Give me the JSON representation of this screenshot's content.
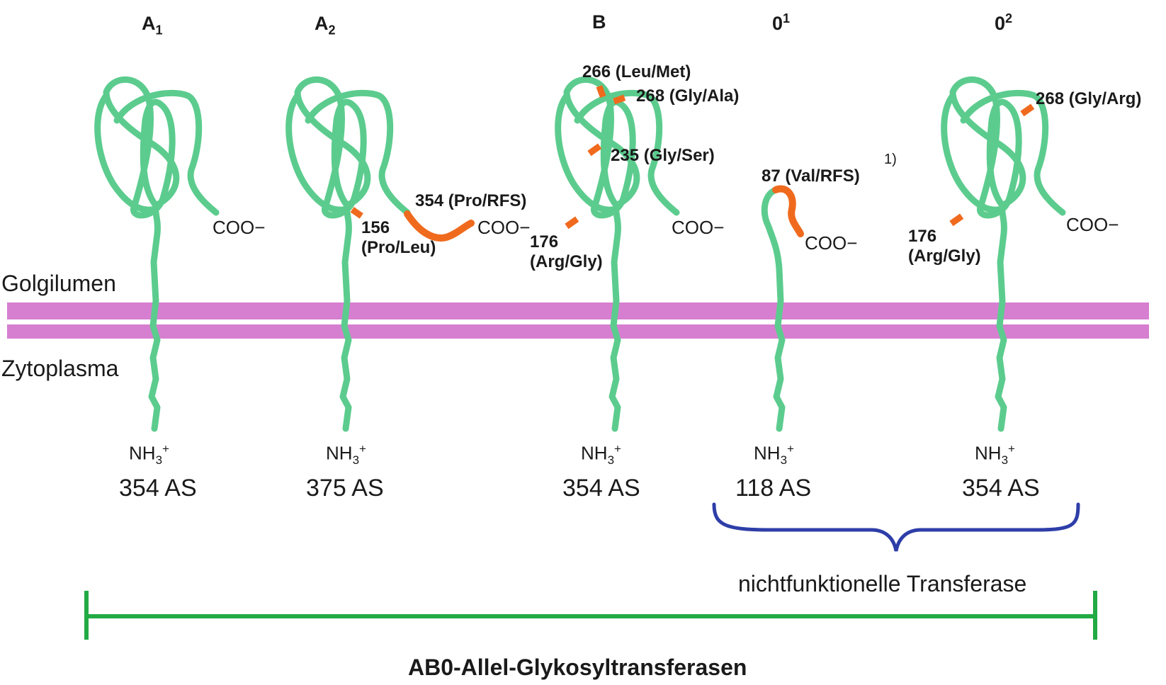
{
  "alleles": [
    {
      "letter": "A",
      "index": "1",
      "sub": true,
      "aa_count": "354 AS"
    },
    {
      "letter": "A",
      "index": "2",
      "sub": true,
      "aa_count": "375 AS"
    },
    {
      "letter": "B",
      "index": "",
      "sub": false,
      "aa_count": "354 AS"
    },
    {
      "letter": "0",
      "index": "1",
      "sub": false,
      "aa_count": "118 AS"
    },
    {
      "letter": "0",
      "index": "2",
      "sub": false,
      "aa_count": "354 AS"
    }
  ],
  "terminus_c": "COO−",
  "terminus_n": {
    "base": "NH",
    "sub": "3",
    "sup": "+"
  },
  "mutations": {
    "a2_156_num": "156",
    "a2_156_sub": "(Pro/Leu)",
    "a2_354": "354 (Pro/RFS)",
    "b_266": "266 (Leu/Met)",
    "b_268": "268 (Gly/Ala)",
    "b_235": "235 (Gly/Ser)",
    "b_176_num": "176",
    "b_176_sub": "(Arg/Gly)",
    "o1_87": "87 (Val/RFS)",
    "o1_note": "1)",
    "o2_268": "268 (Gly/Arg)",
    "o2_176_num": "176",
    "o2_176_sub": "(Arg/Gly)"
  },
  "zones": {
    "lumen": "Golgilumen",
    "cytoplasm": "Zytoplasma"
  },
  "nonfunctional_label": "nichtfunktionelle Transferase",
  "caption": "AB0-Allel-Glykosyltransferasen",
  "colors": {
    "protein": "#5ccc8e",
    "mutation": "#f06a1e",
    "membrane": "#d67fd0",
    "bracket": "#2e3ea8",
    "scale_bar": "#22aa44"
  }
}
